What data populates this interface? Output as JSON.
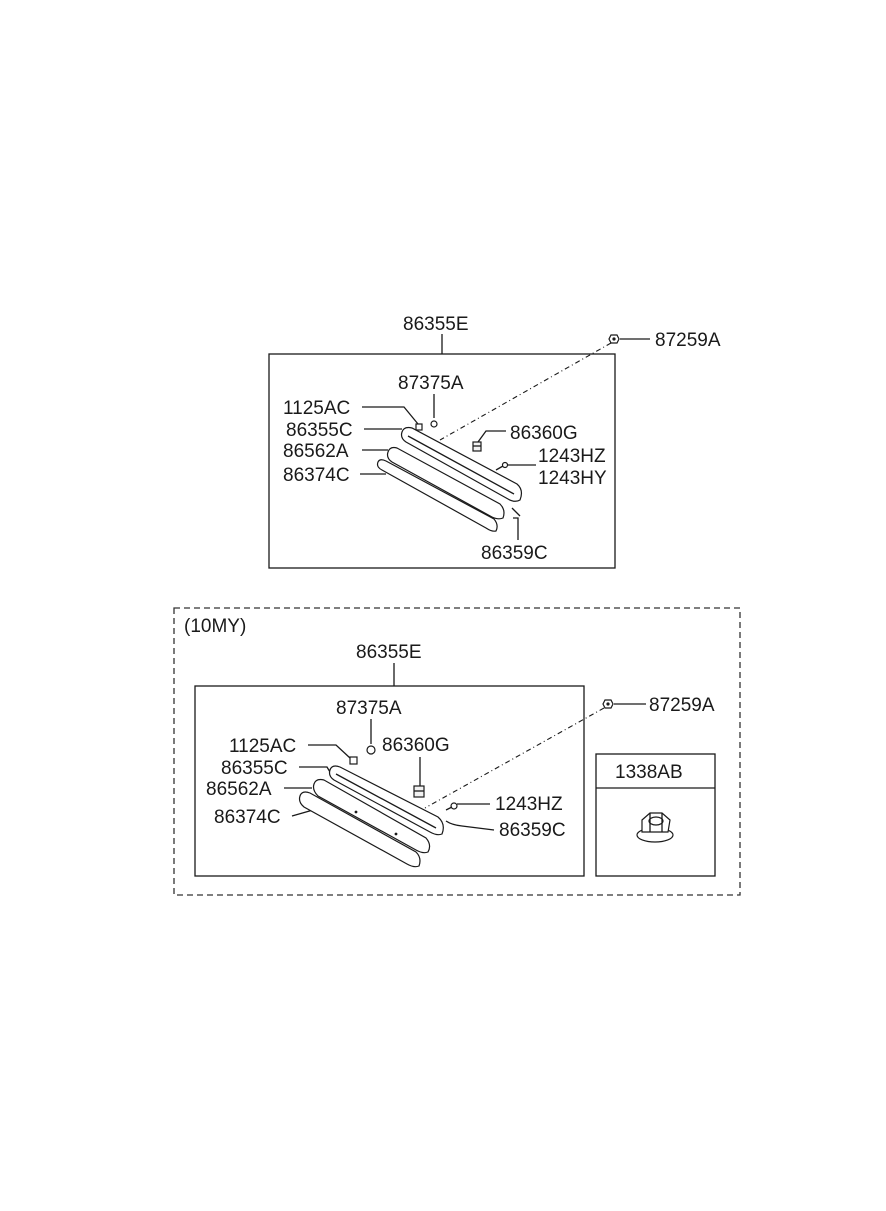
{
  "diagram_a": {
    "assembly": "86355E",
    "nut": "87259A",
    "clip": "87375A",
    "screw": "1125AC",
    "grille_cover": "86355C",
    "fastener": "86360G",
    "screw_hz": "1243HZ",
    "screw_hy": "1243HY",
    "garnish": "86562A",
    "molding": "86374C",
    "molding_end": "86359C"
  },
  "diagram_b": {
    "variant_label": "(10MY)",
    "assembly": "86355E",
    "nut": "87259A",
    "clip": "87375A",
    "screw": "1125AC",
    "fastener": "86360G",
    "grille_cover": "86355C",
    "garnish": "86562A",
    "screw_hz": "1243HZ",
    "molding": "86374C",
    "molding_end": "86359C",
    "inset_part": "1338AB"
  }
}
